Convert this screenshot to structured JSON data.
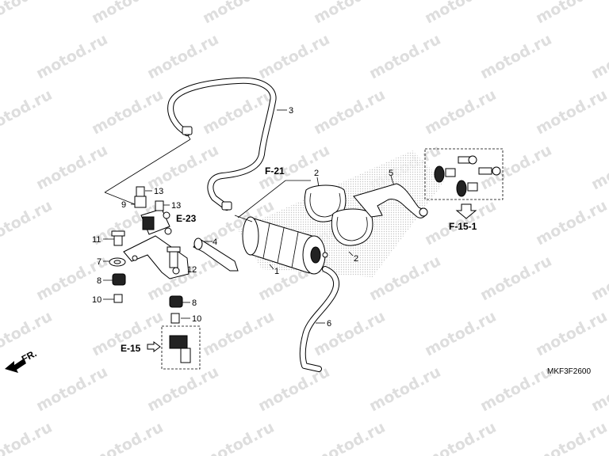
{
  "watermark": {
    "text": "motod.ru"
  },
  "callouts": {
    "c1": "1",
    "c2a": "2",
    "c2b": "2",
    "c3": "3",
    "c4": "4",
    "c5": "5",
    "c6": "6",
    "c7": "7",
    "c8a": "8",
    "c8b": "8",
    "c9": "9",
    "c10a": "10",
    "c10b": "10",
    "c11": "11",
    "c12": "12",
    "c13a": "13",
    "c13b": "13"
  },
  "references": {
    "f21": "F-21",
    "e23": "E-23",
    "e15": "E-15",
    "f151": "F-15-1",
    "fr": "FR."
  },
  "diagram_code": "MKF3F2600",
  "colors": {
    "line": "#000000",
    "watermark": "#dedede",
    "shade": "#cfcfcf"
  },
  "icons": {
    "direction": "arrow-left-icon",
    "reference": "hollow-arrow-icon"
  }
}
